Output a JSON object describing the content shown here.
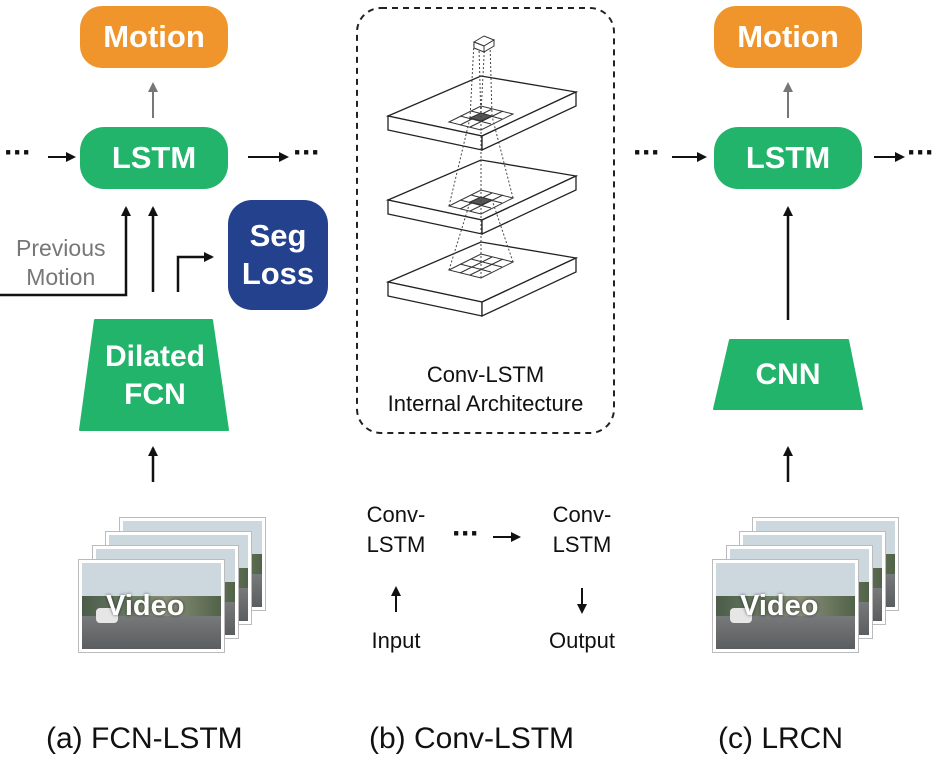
{
  "fcn_lstm": {
    "motion": "Motion",
    "lstm": "LSTM",
    "seg_loss": [
      "Seg",
      "Loss"
    ],
    "previous_motion": [
      "Previous",
      "Motion"
    ],
    "dilated_fcn": [
      "Dilated",
      "FCN"
    ],
    "video": "Video",
    "caption": "(a) FCN-LSTM",
    "dots": "···"
  },
  "conv_lstm": {
    "internal_label": [
      "Conv-LSTM",
      "Internal Architecture"
    ],
    "cell_left": [
      "Conv-",
      "LSTM"
    ],
    "cell_right": [
      "Conv-",
      "LSTM"
    ],
    "input": "Input",
    "output": "Output",
    "dots": "···",
    "caption": "(b) Conv-LSTM"
  },
  "lrcn": {
    "motion": "Motion",
    "lstm": "LSTM",
    "cnn": "CNN",
    "video": "Video",
    "caption": "(c) LRCN",
    "dots": "···"
  },
  "colors": {
    "motion": "#F0952C",
    "lstm": "#22B46B",
    "seg_loss": "#24418E",
    "arrow": "#111111",
    "arrow_light": "#777777",
    "prev_text": "#777777"
  }
}
